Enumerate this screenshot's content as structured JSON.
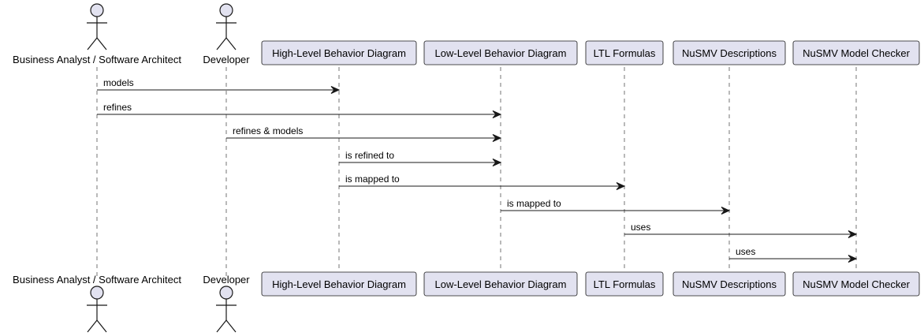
{
  "participants": [
    {
      "id": "ba",
      "label": "Business Analyst / Software Architect",
      "kind": "actor"
    },
    {
      "id": "dev",
      "label": "Developer",
      "kind": "actor"
    },
    {
      "id": "hlbd",
      "label": "High-Level Behavior Diagram",
      "kind": "box"
    },
    {
      "id": "llbd",
      "label": "Low-Level Behavior Diagram",
      "kind": "box"
    },
    {
      "id": "ltl",
      "label": "LTL Formulas",
      "kind": "box"
    },
    {
      "id": "nusmvd",
      "label": "NuSMV Descriptions",
      "kind": "box"
    },
    {
      "id": "nusmvmc",
      "label": "NuSMV Model Checker",
      "kind": "box"
    }
  ],
  "messages": [
    {
      "from": "ba",
      "to": "hlbd",
      "label": "models"
    },
    {
      "from": "ba",
      "to": "llbd",
      "label": "refines"
    },
    {
      "from": "dev",
      "to": "llbd",
      "label": "refines & models"
    },
    {
      "from": "hlbd",
      "to": "llbd",
      "label": "is refined to"
    },
    {
      "from": "hlbd",
      "to": "ltl",
      "label": "is mapped to"
    },
    {
      "from": "llbd",
      "to": "nusmvd",
      "label": "is mapped to"
    },
    {
      "from": "ltl",
      "to": "nusmvmc",
      "label": "uses"
    },
    {
      "from": "nusmvd",
      "to": "nusmvmc",
      "label": "uses"
    }
  ],
  "colors": {
    "box_fill": "#e2e2f0",
    "box_stroke": "#181818",
    "lifeline": "#181818",
    "arrow": "#181818",
    "actor_fill": "#e2e2f0"
  }
}
